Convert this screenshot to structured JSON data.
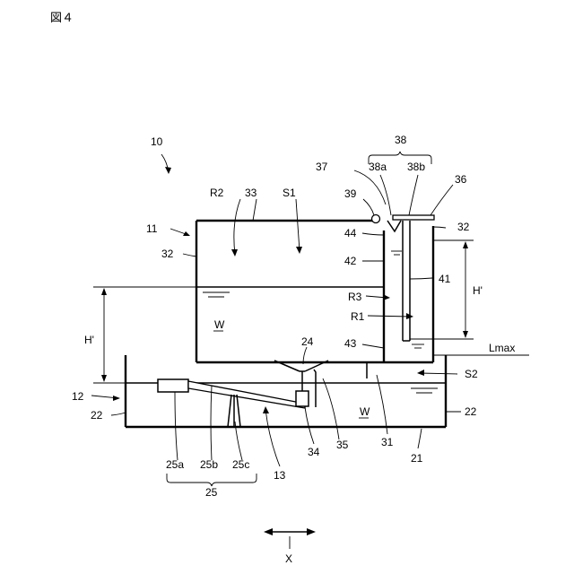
{
  "figure_title": "図４",
  "labels": {
    "n10": "10",
    "n11": "11",
    "n12": "12",
    "n13": "13",
    "n21": "21",
    "n22_left": "22",
    "n22_right": "22",
    "n24": "24",
    "n25": "25",
    "n25a": "25a",
    "n25b": "25b",
    "n25c": "25c",
    "n31": "31",
    "n32_left": "32",
    "n32_right": "32",
    "n33": "33",
    "n34": "34",
    "n35": "35",
    "n36": "36",
    "n37": "37",
    "n38": "38",
    "n38a": "38a",
    "n38b": "38b",
    "n39": "39",
    "n41": "41",
    "n42": "42",
    "n43": "43",
    "n44": "44",
    "R1": "R1",
    "R2": "R2",
    "R3": "R3",
    "S1": "S1",
    "S2": "S2",
    "W_tank": "W",
    "W_tray": "W",
    "H_left": "H'",
    "H_right": "H'",
    "Lmax": "Lmax",
    "X": "X"
  }
}
